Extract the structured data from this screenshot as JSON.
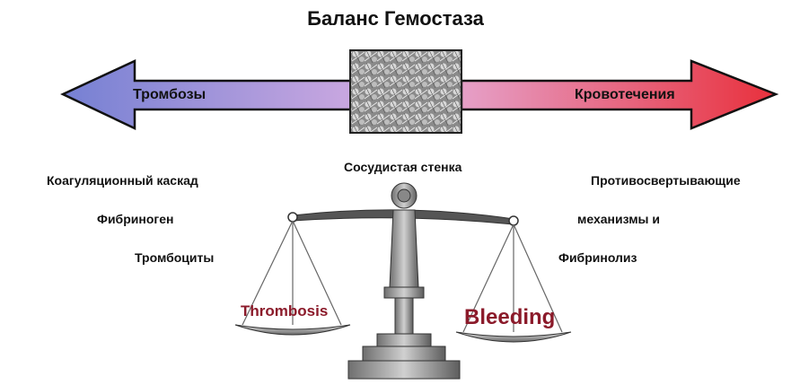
{
  "title": "Баланс Гемостаза",
  "arrow": {
    "left_label": "Тромбозы",
    "right_label": "Кровотечения",
    "left_color": "#7b86d6",
    "right_color": "#e8333f"
  },
  "center_label": "Сосудистая стенка",
  "left_factors": [
    "Коагуляционный каскад",
    "Фибриноген",
    "Тромбоциты"
  ],
  "right_factors": [
    "Противосвертывающие",
    "механизмы и",
    "Фибринолиз"
  ],
  "left_pan": "Thrombosis",
  "right_pan": "Bleeding",
  "icons": {
    "center_image": "blood-clot-micrograph-image",
    "scale": "balance-scale-icon"
  }
}
